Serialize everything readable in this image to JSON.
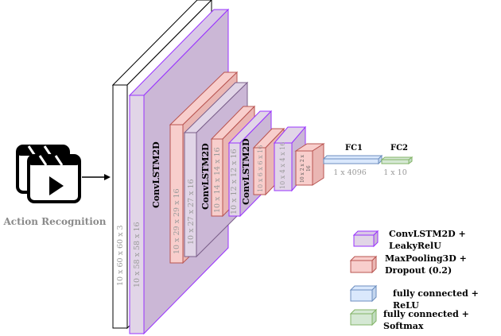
{
  "input_caption": "Action Recognition",
  "colors": {
    "white_block": "#ffffff",
    "convlstm_front": "#e1d5e7",
    "convlstm_top": "#d9c8e6",
    "convlstm_side": "#cbb7d6",
    "convlstm_border": "#9933ff",
    "pool_front": "#f8cecc",
    "pool_side": "#eab6b3",
    "pool_border": "#b85450",
    "fc_relu_front": "#dae8fc",
    "fc_relu_border": "#6c8ebf",
    "fc_softmax_front": "#d5e8d4",
    "fc_softmax_border": "#82b366"
  },
  "layers": {
    "input": {
      "dims": "10 x 60 x 60 x 3"
    },
    "convlstm1": {
      "dims": "10 x 58 x 58 x 16",
      "label": "ConvLSTM2D"
    },
    "pool1": {
      "dims": "10 x 29 x 29 x 16"
    },
    "convlstm2": {
      "dims": "10 x 27 x 27 x 16",
      "label": "ConvLSTM2D"
    },
    "pool2": {
      "dims": "10 x 14 x 14 x 16"
    },
    "convlstm3": {
      "dims": "10 x 12 x 12 x 16",
      "label": "ConvLSTM2D"
    },
    "pool3": {
      "dims": "10 x 6 x 6 x 16"
    },
    "convlstm4": {
      "dims": "10 x 4 x 4 x 16"
    },
    "pool4": {
      "dims_line1": "10 x 2 x 2 x",
      "dims_line2": "16"
    },
    "fc1": {
      "title": "FC1",
      "dims": "1 x 4096"
    },
    "fc2": {
      "title": "FC2",
      "dims": "1 x 10"
    }
  },
  "legend": [
    {
      "line1": "ConvLSTM2D +",
      "line2": "LeakyRelU",
      "type": "convlstm"
    },
    {
      "line1": "MaxPooling3D +",
      "line2": "Dropout (0.2)",
      "type": "pool"
    },
    {
      "line1": "fully connected +",
      "line2": "ReLU",
      "type": "fc_relu"
    },
    {
      "line1": "fully connected +",
      "line2": "Softmax",
      "type": "fc_softmax"
    }
  ]
}
